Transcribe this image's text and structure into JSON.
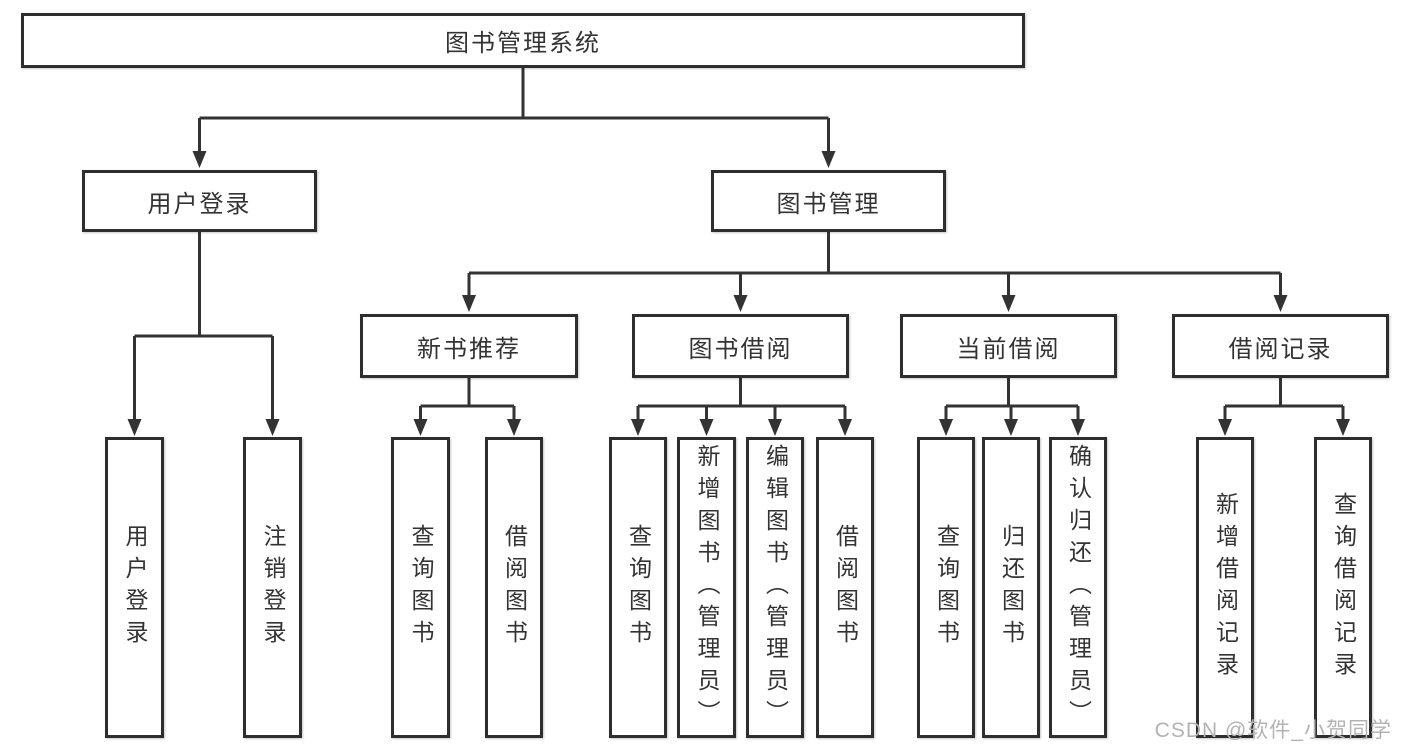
{
  "diagram_title": "图书管理系统",
  "nodes": {
    "root": {
      "label": "图书管理系统"
    },
    "level2": [
      {
        "label": "用户登录"
      },
      {
        "label": "图书管理"
      }
    ],
    "level3": [
      {
        "label": "新书推荐",
        "parent": "图书管理"
      },
      {
        "label": "图书借阅",
        "parent": "图书管理"
      },
      {
        "label": "当前借阅",
        "parent": "图书管理"
      },
      {
        "label": "借阅记录",
        "parent": "图书管理"
      }
    ],
    "level4": [
      {
        "label": "用户登录",
        "parent": "用户登录"
      },
      {
        "label": "注销登录",
        "parent": "用户登录"
      },
      {
        "label": "查询图书",
        "parent": "新书推荐"
      },
      {
        "label": "借阅图书",
        "parent": "新书推荐"
      },
      {
        "label": "查询图书",
        "parent": "图书借阅"
      },
      {
        "label": "新增图书（管理员）",
        "parent": "图书借阅"
      },
      {
        "label": "编辑图书（管理员）",
        "parent": "图书借阅"
      },
      {
        "label": "借阅图书",
        "parent": "图书借阅"
      },
      {
        "label": "查询图书",
        "parent": "当前借阅"
      },
      {
        "label": "归还图书",
        "parent": "当前借阅"
      },
      {
        "label": "确认归还（管理员）",
        "parent": "当前借阅"
      },
      {
        "label": "新增借阅记录",
        "parent": "借阅记录"
      },
      {
        "label": "查询借阅记录",
        "parent": "借阅记录"
      }
    ]
  },
  "watermark": {
    "text": "CSDN @软件_小贺同学"
  },
  "colors": {
    "line": "#333333",
    "border": "#2e2e2e",
    "text": "#333333",
    "watermark": "#b3b3b3",
    "background": "#ffffff"
  }
}
